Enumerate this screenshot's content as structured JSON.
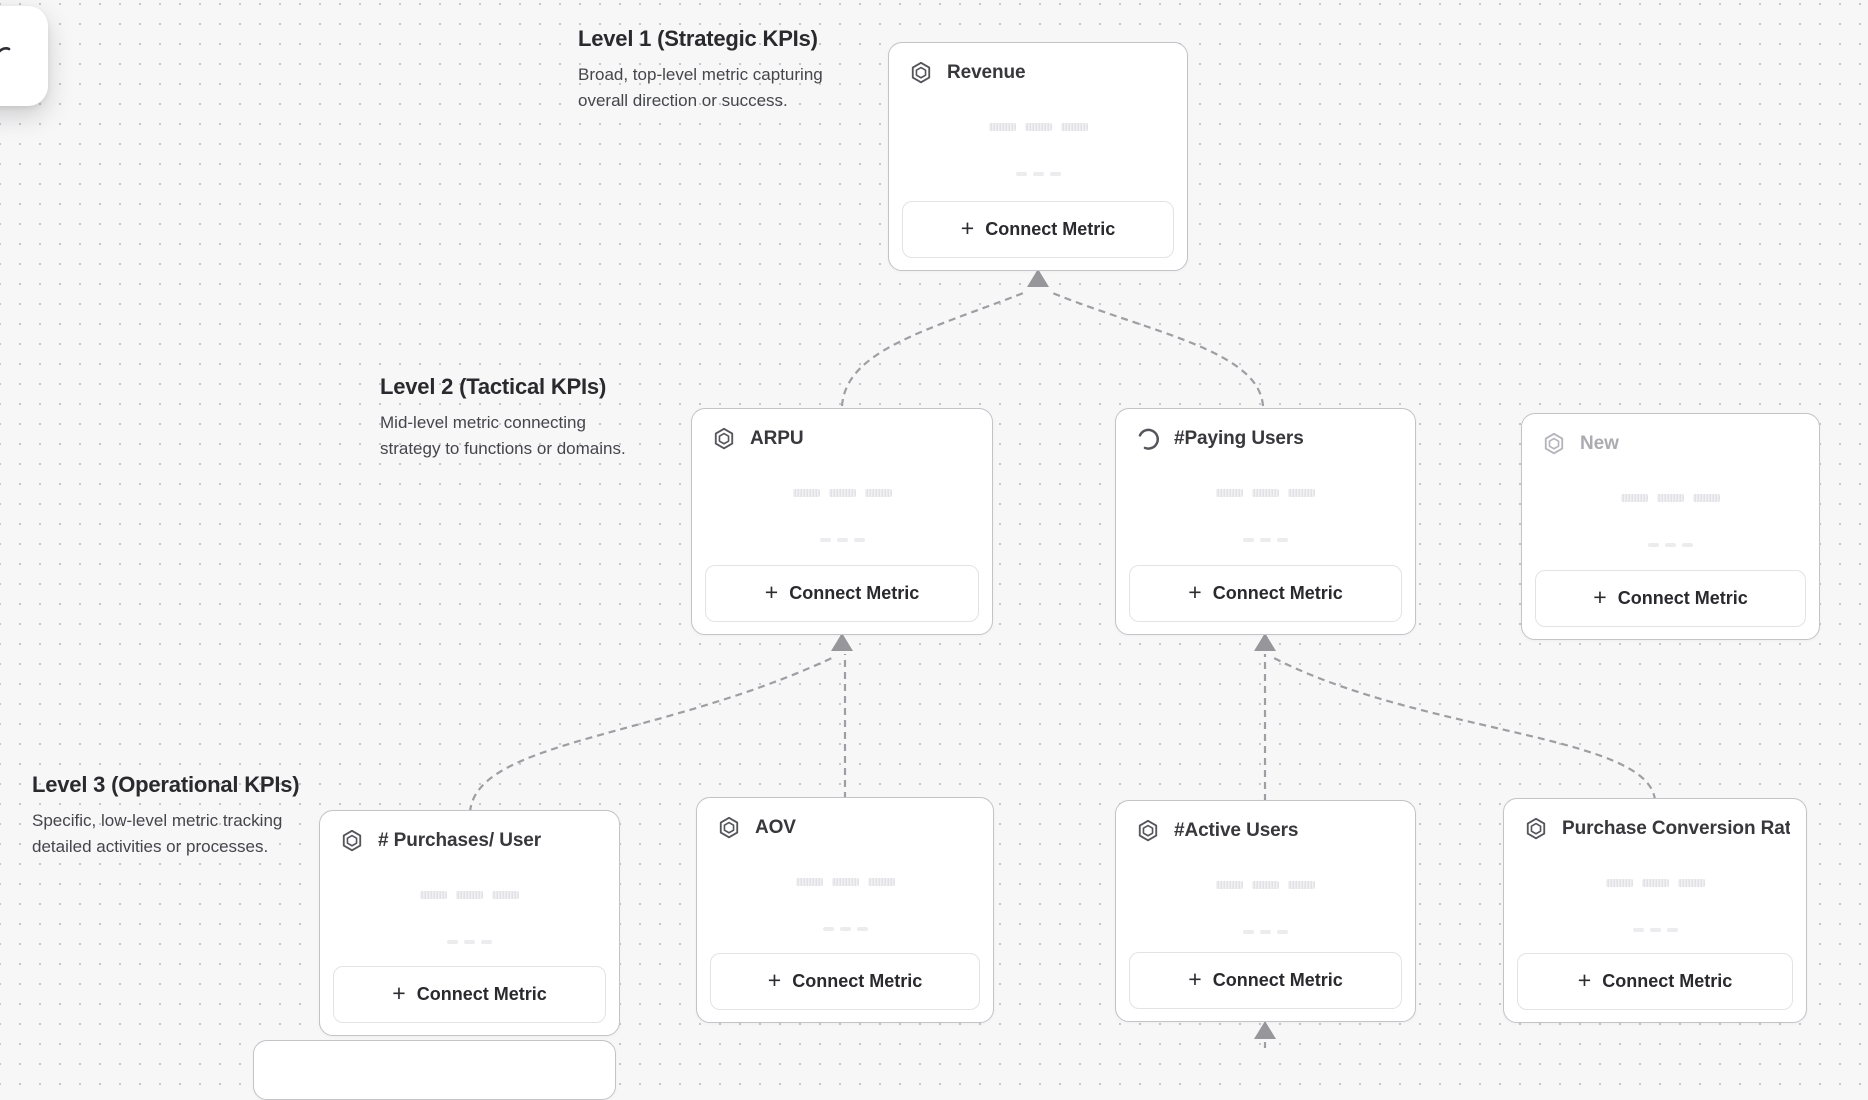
{
  "labels": {
    "connect_metric": "Connect Metric"
  },
  "icons": {
    "plus": "+",
    "metric_icon": "hexagon",
    "loading_icon": "spinner"
  },
  "colors": {
    "canvas_bg": "#f7f7f8",
    "grid_dot": "#c7c7cc",
    "card_border": "#c3c3c8",
    "connector": "#9e9ea3",
    "title_text": "#37373c",
    "muted_text": "#ababb1"
  },
  "headings": {
    "level1": {
      "title": "Level 1 (Strategic KPIs)",
      "description": "Broad, top-level metric capturing overall direction or success."
    },
    "level2": {
      "title": "Level 2 (Tactical KPIs)",
      "description": "Mid-level metric connecting strategy to functions or domains."
    },
    "level3": {
      "title": "Level 3 (Operational KPIs)",
      "description": "Specific, low-level metric tracking detailed activities or processes."
    }
  },
  "cards": [
    {
      "title": "Revenue",
      "level": 1,
      "icon": "hexagon",
      "state": "default"
    },
    {
      "title": "ARPU",
      "level": 2,
      "icon": "hexagon",
      "state": "default"
    },
    {
      "title": "#Paying Users",
      "level": 2,
      "icon": "spinner",
      "state": "loading"
    },
    {
      "title": "New",
      "level": 2,
      "icon": "hexagon",
      "state": "muted"
    },
    {
      "title": "# Purchases/ User",
      "level": 3,
      "icon": "hexagon",
      "state": "default"
    },
    {
      "title": "AOV",
      "level": 3,
      "icon": "hexagon",
      "state": "default"
    },
    {
      "title": "#Active Users",
      "level": 3,
      "icon": "hexagon",
      "state": "default"
    },
    {
      "title": "Purchase Conversion Rate",
      "level": 3,
      "icon": "hexagon",
      "state": "default"
    }
  ],
  "connections": [
    {
      "from": "ARPU",
      "to": "Revenue"
    },
    {
      "from": "#Paying Users",
      "to": "Revenue"
    },
    {
      "from": "# Purchases/ User",
      "to": "ARPU"
    },
    {
      "from": "AOV",
      "to": "ARPU"
    },
    {
      "from": "#Active Users",
      "to": "#Paying Users"
    },
    {
      "from": "Purchase Conversion Rate",
      "to": "#Paying Users"
    },
    {
      "from": "offscreen-bottom",
      "to": "#Active Users"
    }
  ]
}
